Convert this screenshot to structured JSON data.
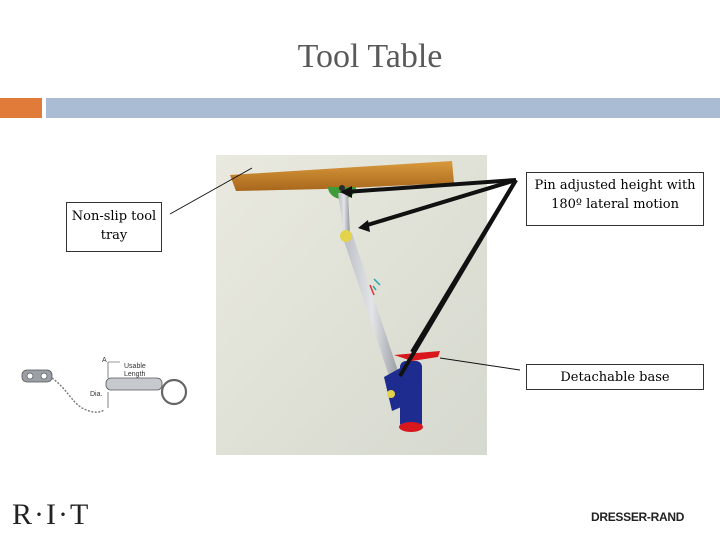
{
  "slide": {
    "title": "Tool Table",
    "accent_orange": "#E07B39",
    "accent_blue": "#A9BCD3"
  },
  "callouts": {
    "tray": "Non-slip tool tray",
    "pin": "Pin adjusted height with 180º lateral motion",
    "base": "Detachable base"
  },
  "pin_diagram": {
    "label_a": "A",
    "label_usable": "Usable",
    "label_length": "Length",
    "label_dia": "Dia."
  },
  "logos": {
    "rit": "R·I·T",
    "dresser_rand": "DRESSER-RAND"
  }
}
